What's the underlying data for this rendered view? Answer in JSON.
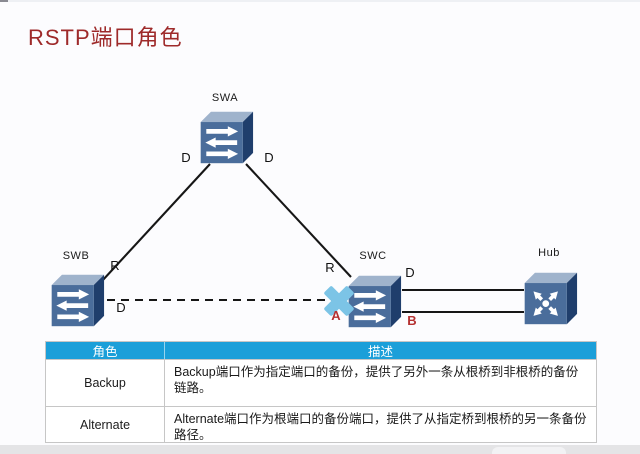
{
  "title": "RSTP端口角色",
  "diagram": {
    "nodes": {
      "swa": "SWA",
      "swb": "SWB",
      "swc": "SWC",
      "hub": "Hub"
    },
    "ports": {
      "swa_left": "D",
      "swa_right": "D",
      "swb_top": "R",
      "swb_bottom": "D",
      "swc_top": "R",
      "swc_right": "D",
      "blocked_a": "A",
      "blocked_b": "B"
    }
  },
  "table": {
    "headers": [
      "角色",
      "描述"
    ],
    "rows": [
      {
        "role": "Backup",
        "desc": "Backup端口作为指定端口的备份，提供了另外一条从根桥到非根桥的备份链路。"
      },
      {
        "role": "Alternate",
        "desc": "Alternate端口作为根端口的备份端口，提供了从指定桥到根桥的另一条备份路径。"
      }
    ]
  },
  "colors": {
    "title_red": "#9e2a2a",
    "table_header_bg": "#1b9fd9",
    "x_mark_blue": "#7cc4e6",
    "port_red": "#b53131",
    "node_front": "#4a6d9b",
    "node_top": "#9fb3cc",
    "node_side": "#1f3e6c",
    "line_black": "#161616",
    "strip_gray": "#e4e4e6"
  }
}
